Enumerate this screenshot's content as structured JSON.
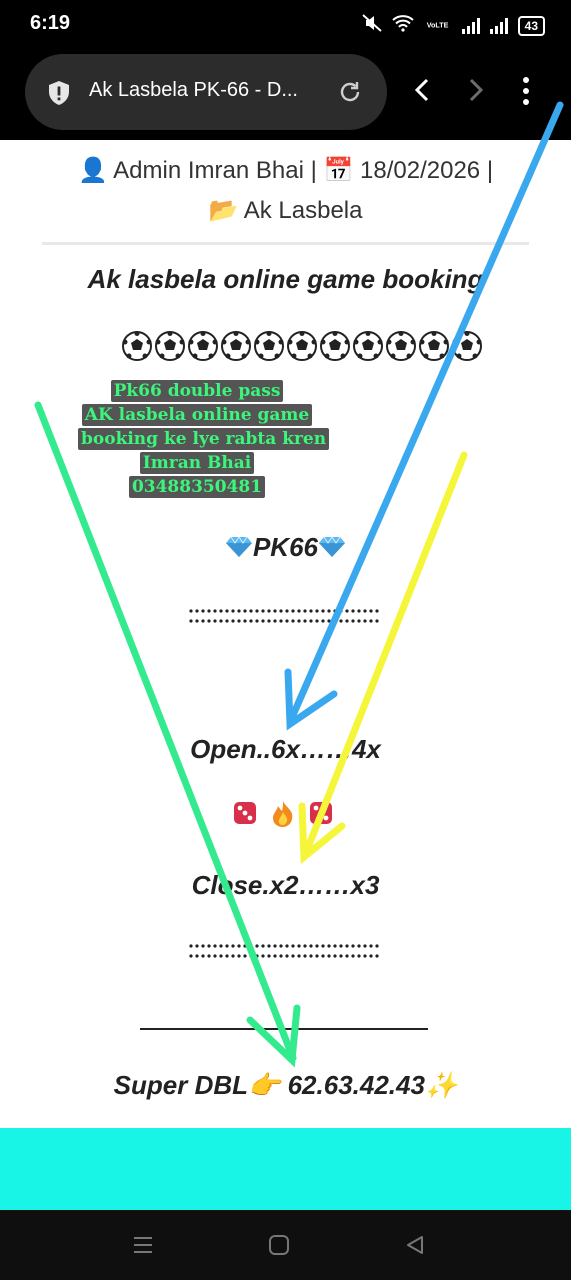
{
  "status_bar": {
    "time": "6:19",
    "network": "VoLTE",
    "battery": "43"
  },
  "browser": {
    "tab_title": "Ak Lasbela PK-66 - D...",
    "icons": [
      "shield-icon",
      "reload-icon",
      "back-icon",
      "forward-icon",
      "overflow-menu-icon"
    ]
  },
  "post": {
    "author": "👤 Admin Imran Bhai | 📅 18/02/2026 |",
    "category": "📂 Ak Lasbela",
    "title": "Ak lasbela online game booking",
    "promo_lines": [
      "Pk66 double pass",
      "AK lasbela online game",
      "booking ke lye rabta kren",
      "Imran Bhai",
      "03488350481"
    ],
    "pk66_label": "PK66",
    "open_line": "Open..6x……4x",
    "close_line": "Close.x2……x3",
    "super_line": "Super DBL👉 62.63.42.43✨"
  },
  "colors": {
    "cyan_banner": "#18f5e6",
    "promo_text": "#3cf57b",
    "arrow_blue": "#3aa8ef",
    "arrow_yellow": "#f5f53a",
    "arrow_green": "#34ea8f"
  },
  "nav_bar": {
    "icons": [
      "recents-icon",
      "home-icon",
      "back-nav-icon"
    ]
  }
}
